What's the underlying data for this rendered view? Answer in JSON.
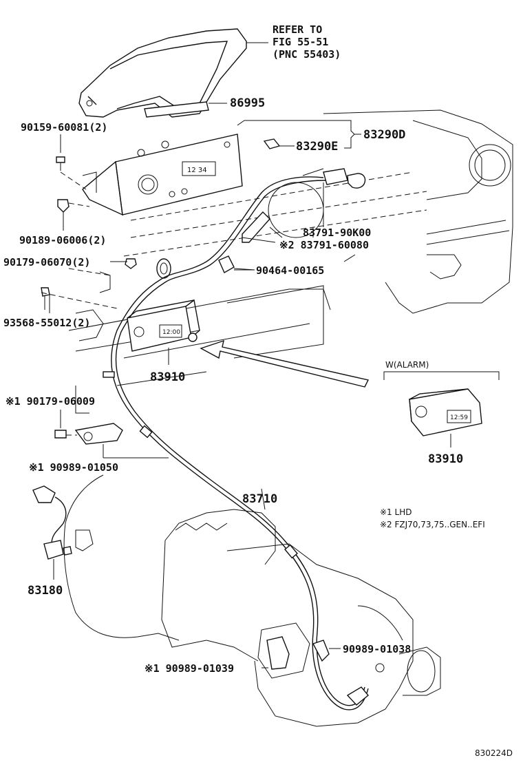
{
  "refer": {
    "line1": "REFER TO",
    "line2": "FIG 55-51",
    "line3": "(PNC 55403)"
  },
  "labels": {
    "p86995": "86995",
    "p83290D": "83290D",
    "p83290E": "83290E",
    "p90159": "90159-60081(2)",
    "p90189": "90189-06006(2)",
    "p90179_2": "90179-06070(2)",
    "p93568": "93568-55012(2)",
    "p83791a": "83791-90K00",
    "p83791b": "※2 83791-60080",
    "p90464": "90464-00165",
    "p83910a": "83910",
    "p90179b": "※1 90179-06009",
    "p90989_1050": "※1 90989-01050",
    "p83710": "83710",
    "p83180": "83180",
    "p90989_1038": "90989-01038",
    "p90989_1039": "※1 90989-01039",
    "p83910b": "83910",
    "alarm": "W(ALARM)",
    "lcd": "12 34",
    "lcd2": "12:00",
    "lcd3": "12:59"
  },
  "notes": {
    "n1": "※1 LHD",
    "n2": "※2 FZJ70,73,75..GEN..EFI"
  },
  "footer": {
    "code": "830224D"
  }
}
